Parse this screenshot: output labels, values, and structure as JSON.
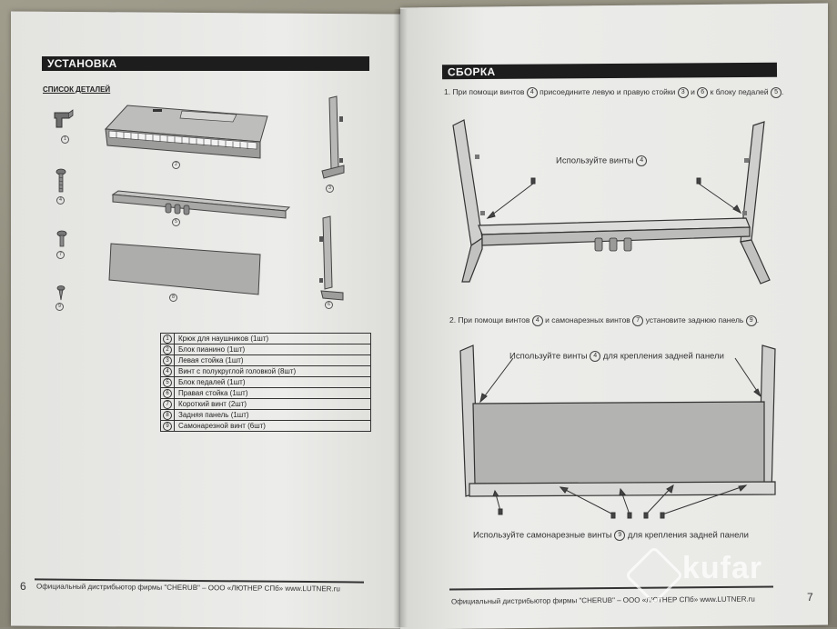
{
  "left_page": {
    "section_title": "УСТАНОВКА",
    "subtitle": "СПИСОК ДЕТАЛЕЙ",
    "parts": [
      {
        "num": "1",
        "name": "Крюк для наушников (1шт)"
      },
      {
        "num": "2",
        "name": "Блок пианино (1шт)"
      },
      {
        "num": "3",
        "name": "Левая стойка (1шт)"
      },
      {
        "num": "4",
        "name": "Винт с полукруглой головкой (8шт)"
      },
      {
        "num": "5",
        "name": "Блок педалей (1шт)"
      },
      {
        "num": "6",
        "name": "Правая стойка (1шт)"
      },
      {
        "num": "7",
        "name": "Короткий винт (2шт)"
      },
      {
        "num": "8",
        "name": "Задняя панель (1шт)"
      },
      {
        "num": "9",
        "name": "Самонарезной винт (6шт)"
      }
    ],
    "figure_labels": {
      "hook": "1",
      "piano": "2",
      "left_stand": "3",
      "screw_round": "4",
      "pedal": "5",
      "right_stand": "6",
      "short_screw": "7",
      "back_panel": "8",
      "tapping_screw": "9"
    },
    "footer": "Официальный дистрибьютор фирмы \"CHERUB\" – ООО «ЛЮТНЕР СПб» www.LUTNER.ru",
    "page_number": "6"
  },
  "right_page": {
    "section_title": "СБОРКА",
    "step1": {
      "parts": [
        "1. При помощи винтов",
        "присоедините левую и правую стойки",
        "и",
        "к блоку педалей",
        "."
      ],
      "nums": [
        "4",
        "3",
        "6",
        "5"
      ]
    },
    "caption1": {
      "text": "Используйте винты",
      "num": "4"
    },
    "step2": {
      "parts": [
        "2. При помощи винтов",
        "и самонарезных винтов",
        "установите заднюю панель",
        "."
      ],
      "nums": [
        "4",
        "7",
        "9"
      ]
    },
    "caption2": {
      "before": "Используйте винты",
      "num": "4",
      "after": "для крепления задней панели"
    },
    "caption3": {
      "before": "Используйте самонарезные винты",
      "num": "9",
      "after": "для крепления задней панели"
    },
    "footer": "Официальный дистрибьютор фирмы \"CHERUB\" – ООО «ЛЮТНЕР СПб» www.LUTNER.ru",
    "page_number": "7"
  },
  "watermark": "kufar"
}
